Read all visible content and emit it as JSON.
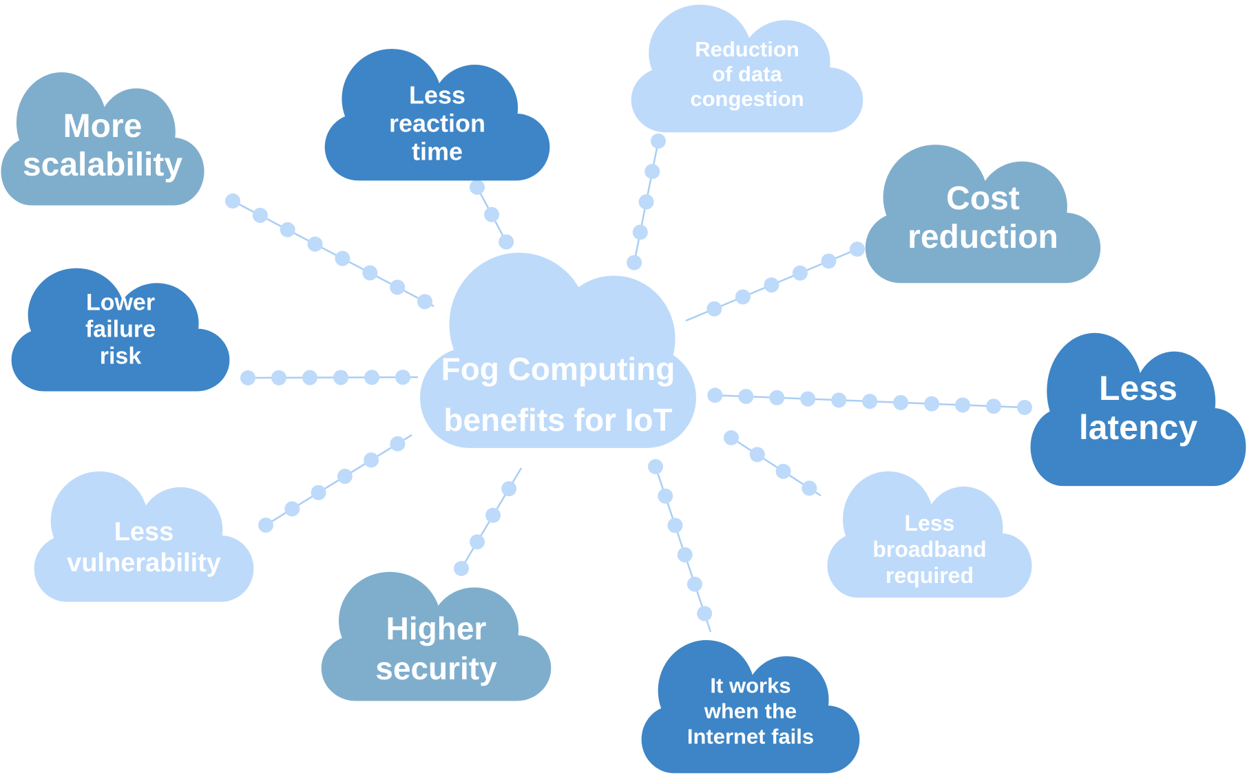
{
  "palette": {
    "light": "#BDDAFA",
    "medium": "#7FAECD",
    "dark": "#3D85C6",
    "connector_line": "#A9CEF4",
    "connector_dot": "#BDDAFA",
    "text": "#FFFFFF",
    "background": "#FFFFFF"
  },
  "center": {
    "lines": [
      "Fog Computing",
      "benefits for IoT"
    ]
  },
  "clouds": [
    {
      "id": "more-scalability",
      "tone": "medium",
      "lines": [
        "More",
        "scalability"
      ]
    },
    {
      "id": "less-reaction-time",
      "tone": "dark",
      "lines": [
        "Less",
        "reaction",
        "time"
      ]
    },
    {
      "id": "reduction-of-data-congestion",
      "tone": "light",
      "lines": [
        "Reduction",
        "of data",
        "congestion"
      ]
    },
    {
      "id": "cost-reduction",
      "tone": "medium",
      "lines": [
        "Cost",
        "reduction"
      ]
    },
    {
      "id": "less-latency",
      "tone": "dark",
      "lines": [
        "Less",
        "latency"
      ]
    },
    {
      "id": "less-broadband-required",
      "tone": "light",
      "lines": [
        "Less",
        "broadband",
        "required"
      ]
    },
    {
      "id": "it-works-when-the-internet-fails",
      "tone": "dark",
      "lines": [
        "It works",
        "when the",
        "Internet fails"
      ]
    },
    {
      "id": "higher-security",
      "tone": "medium",
      "lines": [
        "Higher",
        "security"
      ]
    },
    {
      "id": "less-vulnerability",
      "tone": "light",
      "lines": [
        "Less",
        "vulnerability"
      ]
    },
    {
      "id": "lower-failure-risk",
      "tone": "dark",
      "lines": [
        "Lower",
        "failure",
        "risk"
      ]
    }
  ]
}
